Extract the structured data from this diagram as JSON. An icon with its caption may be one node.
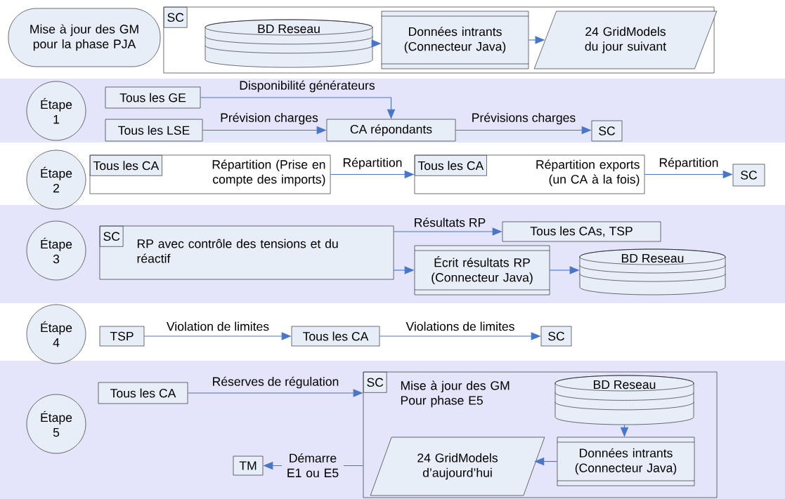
{
  "diagram": {
    "nodes": [
      {
        "text": [
          "Mise à jour des GM pour la phase PJA"
        ]
      },
      {
        "text": [
          "SC"
        ]
      },
      {
        "text": [
          "BD Reseau"
        ],
        "in": 1
      },
      {
        "text": [
          "Données intrants (Connecteur Java)"
        ],
        "in": 1
      },
      {
        "text": [
          "24 GridModels du jour suivant"
        ],
        "in": 1
      },
      {
        "text": [
          "Étape 1"
        ]
      },
      {
        "text": [
          "Tous les GE"
        ]
      },
      {
        "text": [
          "Tous les LSE"
        ]
      },
      {
        "text": [
          "CA répondants"
        ]
      },
      {
        "text": [
          "SC"
        ]
      },
      {
        "text": [
          "Étape 2"
        ]
      },
      {
        "text": [
          "Tous les CA",
          "Répartition (Prise en compte des imports)"
        ]
      },
      {
        "text": [
          "Tous les CA",
          "Répartition exports (un CA à la fois)"
        ]
      },
      {
        "text": [
          "SC"
        ]
      },
      {
        "text": [
          "Étape 3"
        ]
      },
      {
        "text": [
          "SC",
          "RP avec contrôle des tensions et du réactif"
        ]
      },
      {
        "text": [
          "Tous les CAs, TSP"
        ]
      },
      {
        "text": [
          "Écrit résultats RP (Connecteur Java)"
        ]
      },
      {
        "text": [
          "BD Reseau"
        ]
      },
      {
        "text": [
          "Étape 4"
        ]
      },
      {
        "text": [
          "TSP"
        ]
      },
      {
        "text": [
          "Tous les CA"
        ]
      },
      {
        "text": [
          "SC"
        ]
      },
      {
        "text": [
          "Étape 5"
        ]
      },
      {
        "text": [
          "Tous les CA"
        ]
      },
      {
        "text": [
          "SC",
          "Mise à jour des GM Pour phase E5"
        ]
      },
      {
        "text": [
          "BD Reseau"
        ],
        "in": 25
      },
      {
        "text": [
          "Données intrants (Connecteur Java)"
        ],
        "in": 25
      },
      {
        "text": [
          "24 GridModels d’aujourd’hui"
        ],
        "in": 25
      },
      {
        "text": [
          "TM"
        ]
      }
    ],
    "edges": [
      {
        "from": 2,
        "to": 3,
        "arrow": "to"
      },
      {
        "from": 3,
        "to": 4,
        "arrow": "to"
      },
      {
        "from": 6,
        "to": 8,
        "arrow": "to",
        "label": "Disponibilité générateurs"
      },
      {
        "from": 7,
        "to": 8,
        "arrow": "to",
        "label": "Prévision charges"
      },
      {
        "from": 8,
        "to": 9,
        "arrow": "to",
        "label": "Prévisions charges"
      },
      {
        "from": 11,
        "to": 12,
        "arrow": "to",
        "label": "Répartition"
      },
      {
        "from": 12,
        "to": 13,
        "arrow": "to",
        "label": "Répartition"
      },
      {
        "from": 15,
        "to": 16,
        "arrow": "to",
        "label": "Résultats RP"
      },
      {
        "from": 15,
        "to": 17,
        "arrow": "to"
      },
      {
        "from": 17,
        "to": 18,
        "arrow": "to"
      },
      {
        "from": 20,
        "to": 21,
        "arrow": "to",
        "label": "Violation de limites"
      },
      {
        "from": 21,
        "to": 22,
        "arrow": "to",
        "label": "Violations de limites"
      },
      {
        "from": 24,
        "to": 25,
        "arrow": "to",
        "label": "Réserves de régulation"
      },
      {
        "from": 26,
        "to": 27,
        "arrow": "to"
      },
      {
        "from": 27,
        "to": 28,
        "arrow": "to"
      },
      {
        "from": 25,
        "to": 29,
        "arrow": "to",
        "label": "Démarre E1 ou E5"
      }
    ]
  }
}
